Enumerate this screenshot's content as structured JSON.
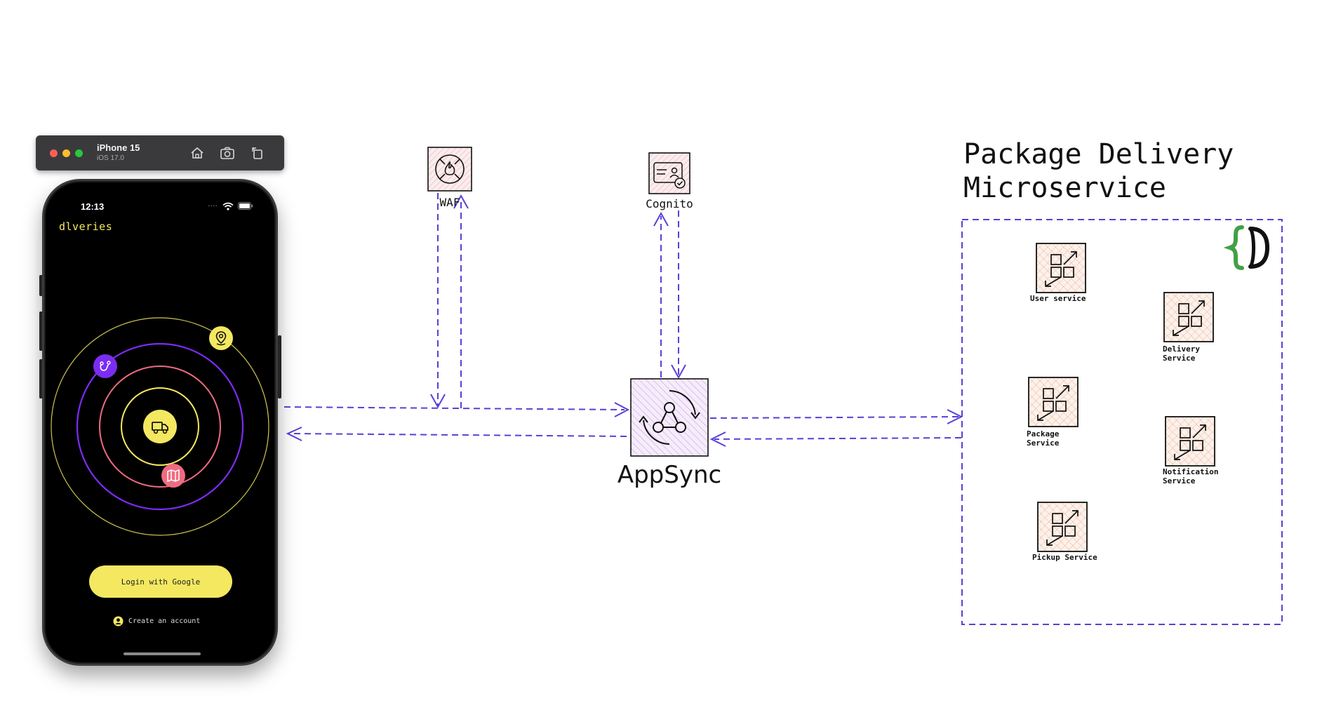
{
  "simulator": {
    "device_name": "iPhone 15",
    "os_version": "iOS 17.0",
    "icons": [
      "home-icon",
      "screenshot-icon",
      "rotate-icon"
    ]
  },
  "phone": {
    "time": "12:13",
    "signal": "....",
    "app_title": "dlveries",
    "login_button": "Login with Google",
    "create_account": "Create an account",
    "colors": {
      "yellow": "#f4e861",
      "purple": "#7b2cf2",
      "pink": "#ef6b80",
      "background": "#000000"
    }
  },
  "diagram": {
    "waf_label": "WAF",
    "cognito_label": "Cognito",
    "appsync_label": "AppSync",
    "microservice_title_line1": "Package Delivery",
    "microservice_title_line2": "Microservice",
    "arrow_color": "#5a3fd6",
    "services": {
      "user": "User service",
      "delivery_1": "Delivery",
      "delivery_2": "Service",
      "package_1": "Package",
      "package_2": "Service",
      "notification_1": "Notification",
      "notification_2": "Service",
      "pickup": "Pickup Service"
    }
  }
}
